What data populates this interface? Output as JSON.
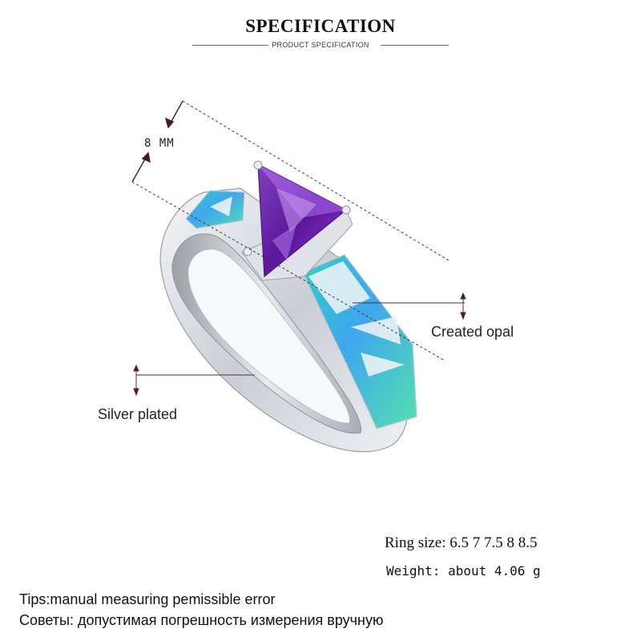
{
  "header": {
    "title": "SPECIFICATION",
    "subtitle": "PRODUCT SPECIFICATION"
  },
  "callouts": {
    "dimension": "8 MM",
    "gem_label": "Created opal",
    "band_label": "Silver plated"
  },
  "specs": {
    "ring_size": "Ring size: 6.5  7  7.5  8  8.5",
    "weight": "Weight: about  4.06  g"
  },
  "tips": {
    "english": "Tips:manual measuring pemissible error",
    "russian": "Советы: допустимая погрешность измерения вручную"
  },
  "colors": {
    "amethyst": "#6a1fa8",
    "opal": "#3fb6e8",
    "silver": "#d9dde2"
  },
  "icons": {
    "ring": "ring-image",
    "dimension_arrow": "double-arrow-icon"
  }
}
